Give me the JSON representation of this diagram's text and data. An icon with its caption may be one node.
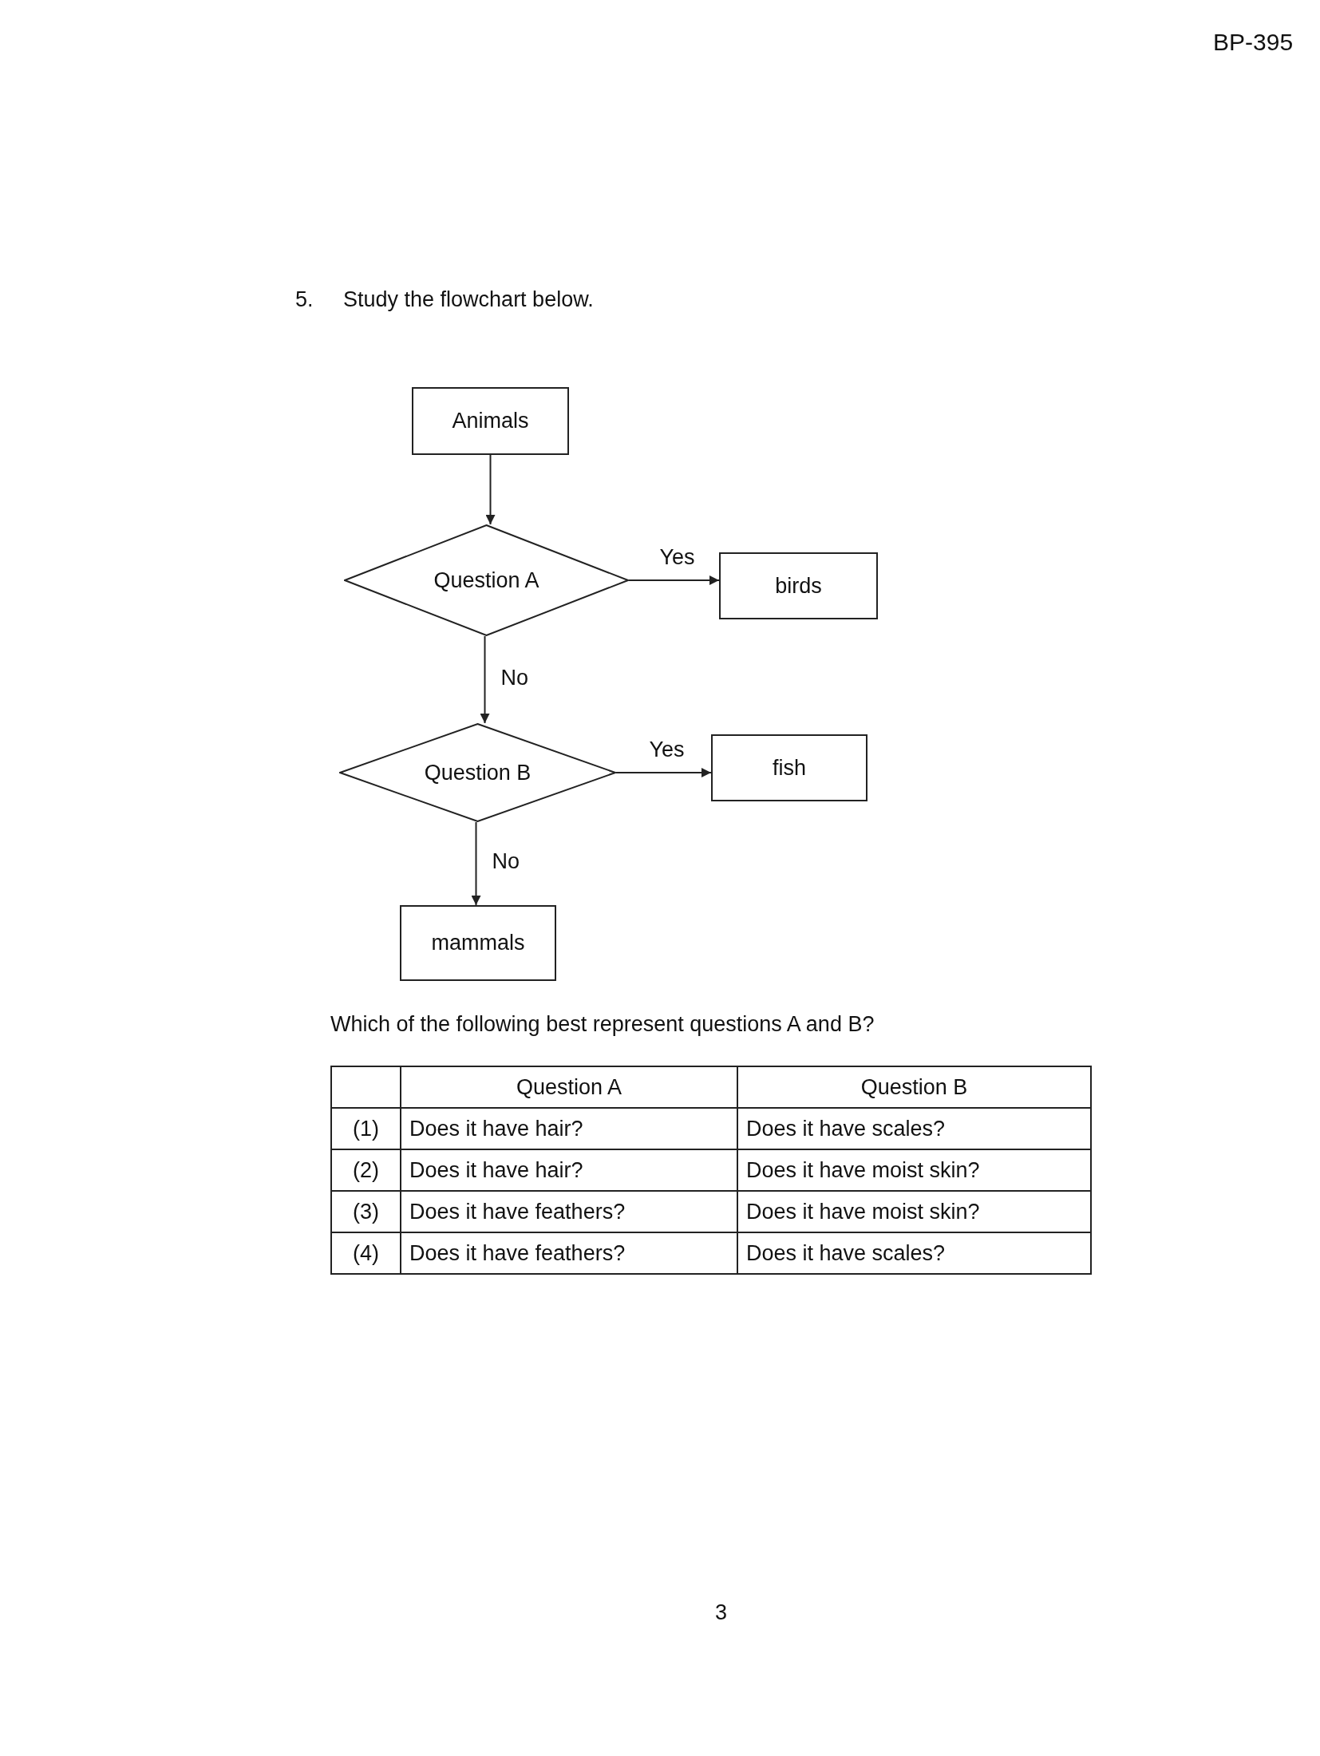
{
  "diagram": {
    "nodes": [
      {
        "text": [
          "Animals"
        ]
      },
      {
        "text": [
          "Question A"
        ]
      },
      {
        "text": [
          "birds"
        ]
      },
      {
        "text": [
          "Question B"
        ]
      },
      {
        "text": [
          "fish"
        ]
      },
      {
        "text": [
          "mammals"
        ]
      }
    ],
    "edges": [
      {
        "from": 0,
        "to": 1,
        "arrow": "to"
      },
      {
        "from": 1,
        "to": 2,
        "arrow": "to",
        "label": "Yes"
      },
      {
        "from": 1,
        "to": 3,
        "arrow": "to",
        "label": "No"
      },
      {
        "from": 3,
        "to": 4,
        "arrow": "to",
        "label": "Yes"
      },
      {
        "from": 3,
        "to": 5,
        "arrow": "to",
        "label": "No"
      }
    ],
    "labels": [
      "BP-395",
      "5.",
      "Study the flowchart below.",
      "Which of the following best represent questions A and B?",
      "Question A",
      "Question B",
      "(1)",
      "Does it have hair?",
      "Does it have scales?",
      "(2)",
      "Does it have hair?",
      "Does it have moist skin?",
      "(3)",
      "Does it have feathers?",
      "Does it have moist skin?",
      "(4)",
      "Does it have feathers?",
      "Does it have scales?",
      "3"
    ]
  }
}
